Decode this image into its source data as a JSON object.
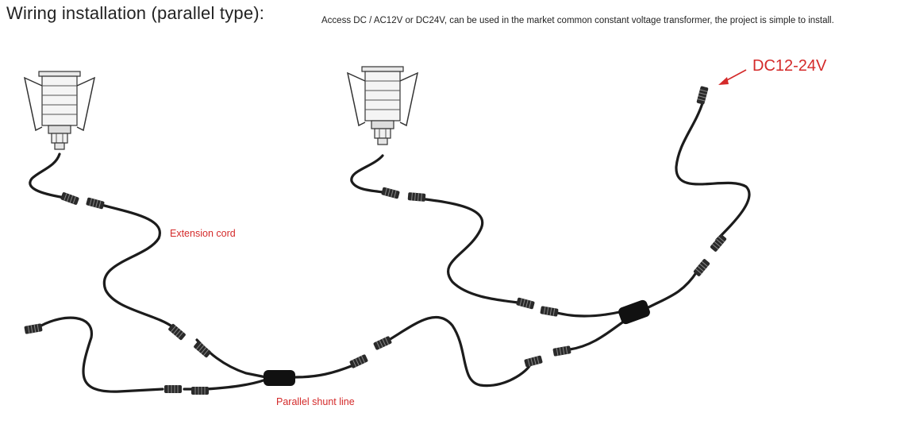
{
  "title": "Wiring installation (parallel type):",
  "description": "Access DC / AC12V or DC24V, can be used in the market common constant voltage transformer, the project is simple to install.",
  "labels": {
    "extension_cord": "Extension cord",
    "parallel_shunt_line": "Parallel shunt line",
    "power_input": "DC12-24V"
  },
  "colors": {
    "cable": "#1c1c1c",
    "annotation": "#d42a2a",
    "text": "#222222"
  }
}
